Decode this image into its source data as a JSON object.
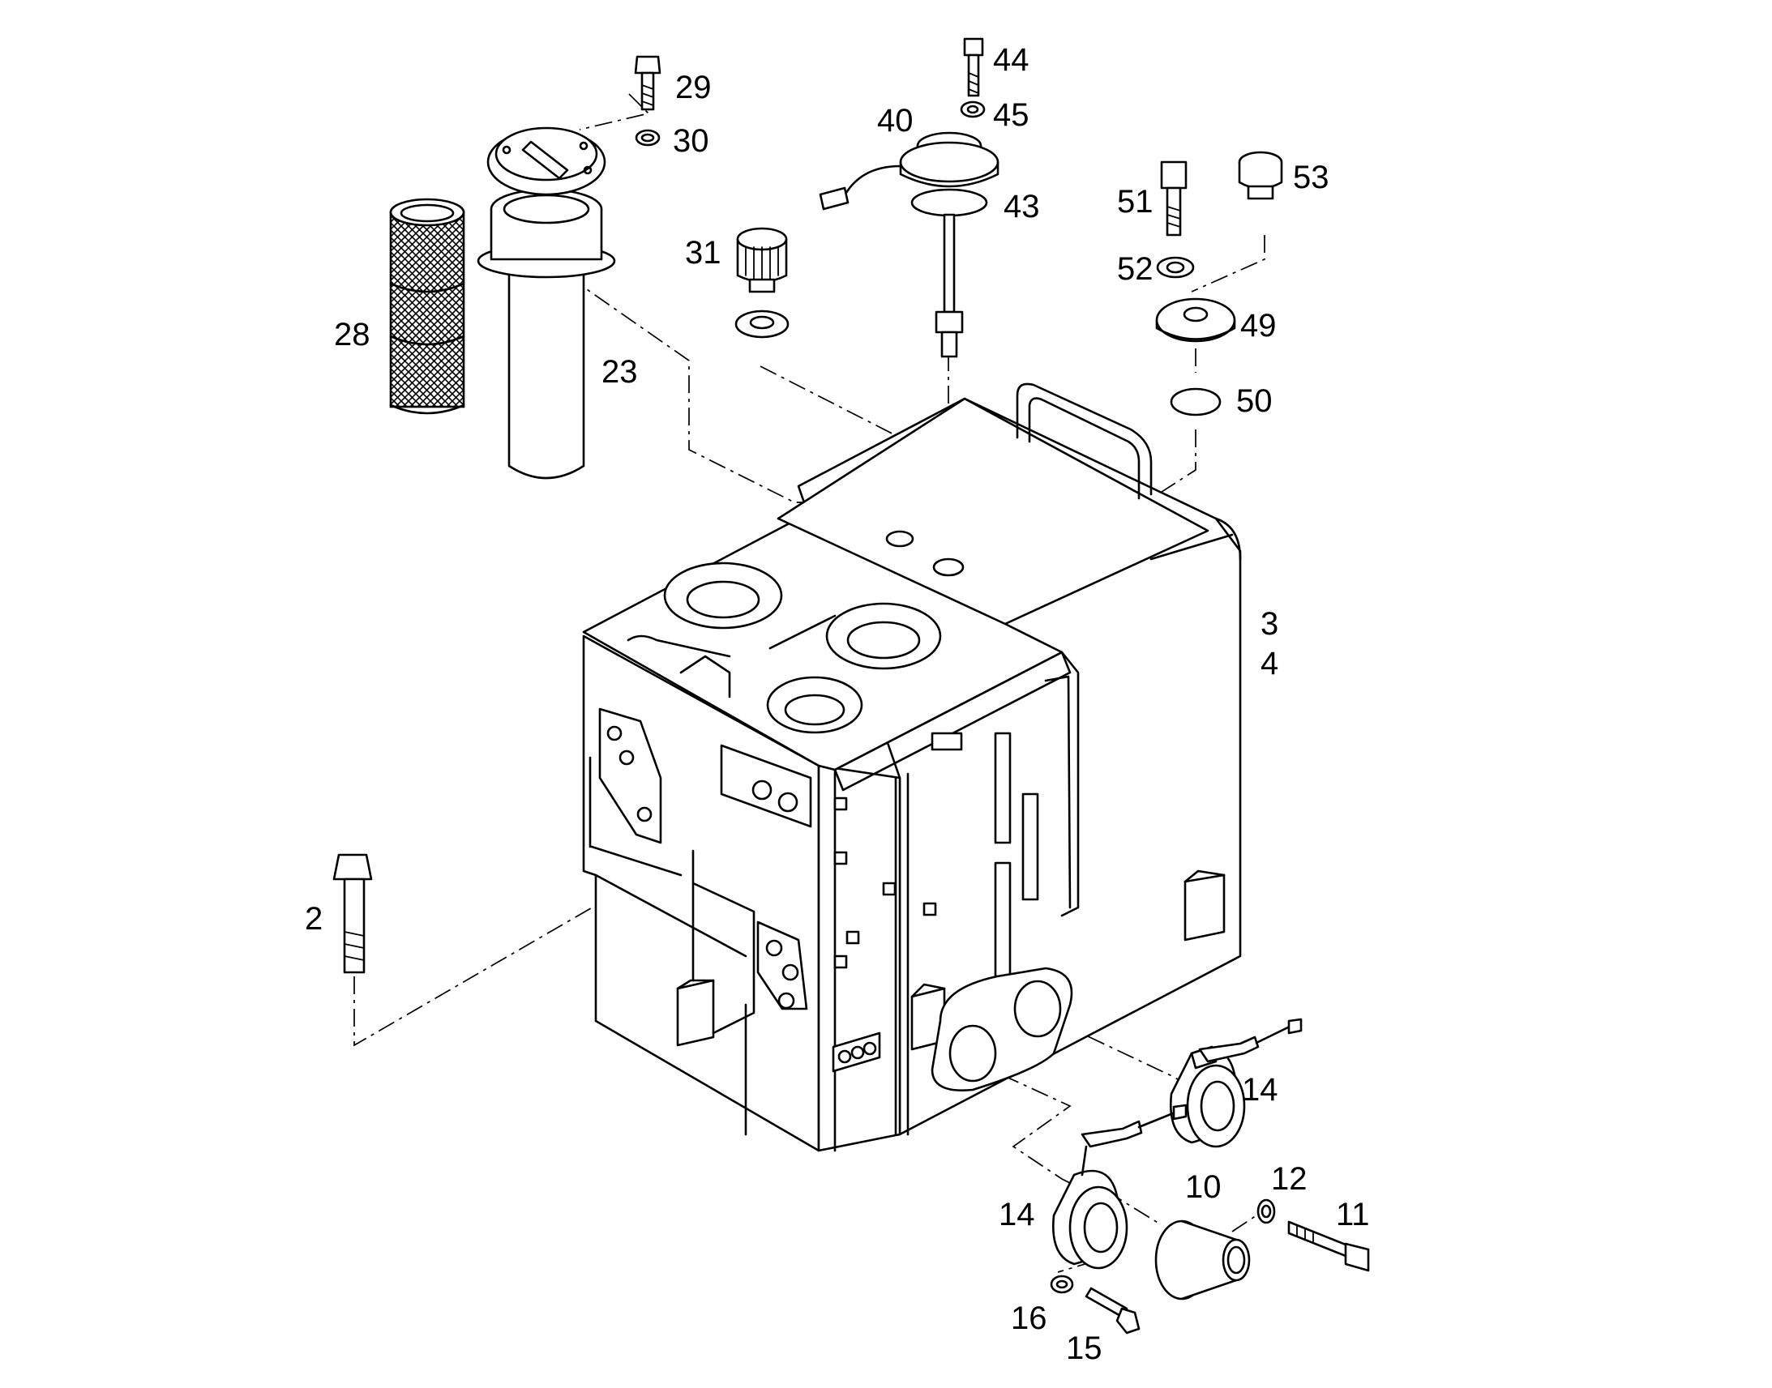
{
  "diagram": {
    "callouts": [
      {
        "id": "p29",
        "text": "29"
      },
      {
        "id": "p30",
        "text": "30"
      },
      {
        "id": "p44",
        "text": "44"
      },
      {
        "id": "p45",
        "text": "45"
      },
      {
        "id": "p40",
        "text": "40"
      },
      {
        "id": "p43",
        "text": "43"
      },
      {
        "id": "p53",
        "text": "53"
      },
      {
        "id": "p51",
        "text": "51"
      },
      {
        "id": "p52",
        "text": "52"
      },
      {
        "id": "p49",
        "text": "49"
      },
      {
        "id": "p50",
        "text": "50"
      },
      {
        "id": "p31",
        "text": "31"
      },
      {
        "id": "p28",
        "text": "28"
      },
      {
        "id": "p23",
        "text": "23"
      },
      {
        "id": "p3",
        "text": "3"
      },
      {
        "id": "p4",
        "text": "4"
      },
      {
        "id": "p2",
        "text": "2"
      },
      {
        "id": "p14a",
        "text": "14"
      },
      {
        "id": "p14b",
        "text": "14"
      },
      {
        "id": "p10",
        "text": "10"
      },
      {
        "id": "p12",
        "text": "12"
      },
      {
        "id": "p11",
        "text": "11"
      },
      {
        "id": "p16",
        "text": "16"
      },
      {
        "id": "p15",
        "text": "15"
      }
    ]
  }
}
